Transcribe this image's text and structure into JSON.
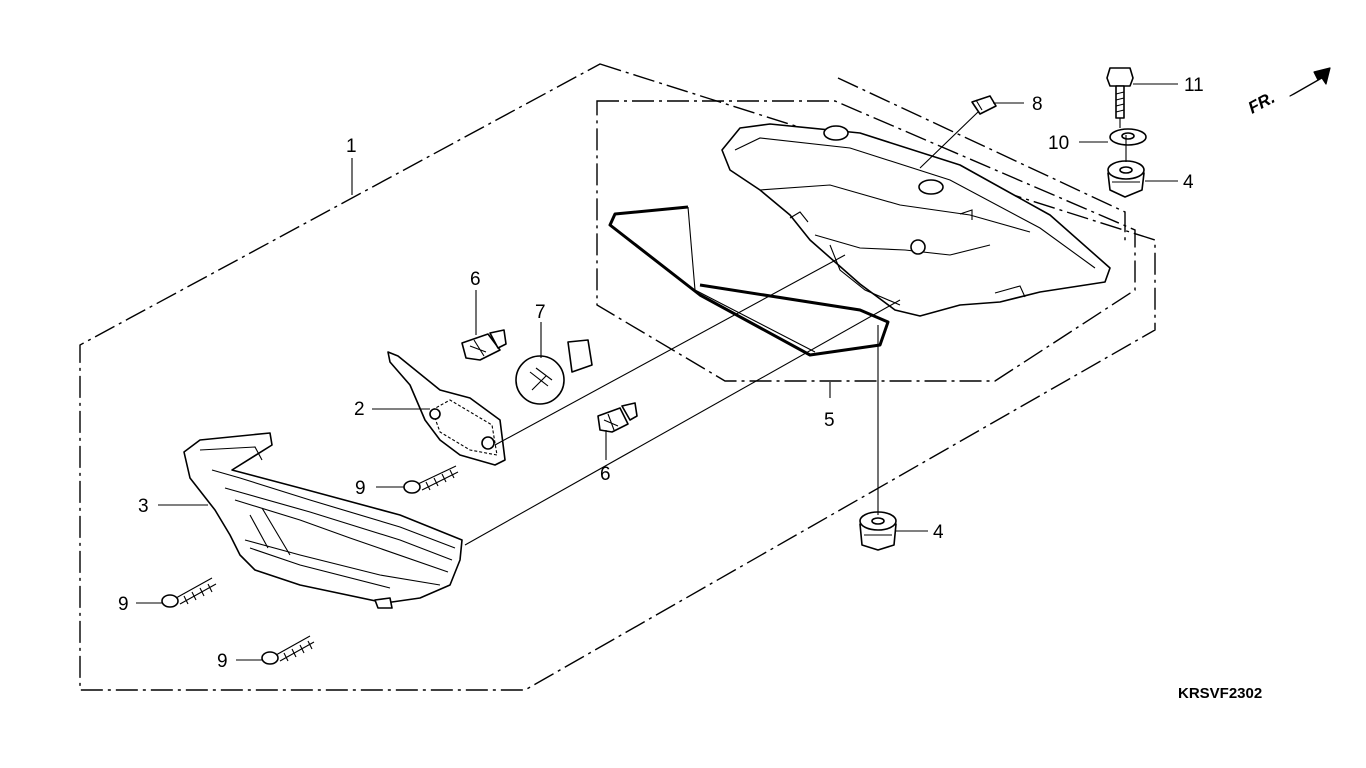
{
  "diagram": {
    "code": "KRSVF2302",
    "direction_label": "FR.",
    "callouts": {
      "c1": "1",
      "c2": "2",
      "c3": "3",
      "c4a": "4",
      "c4b": "4",
      "c5": "5",
      "c6a": "6",
      "c6b": "6",
      "c7": "7",
      "c8": "8",
      "c9a": "9",
      "c9b": "9",
      "c9c": "9",
      "c10": "10",
      "c11": "11"
    }
  }
}
